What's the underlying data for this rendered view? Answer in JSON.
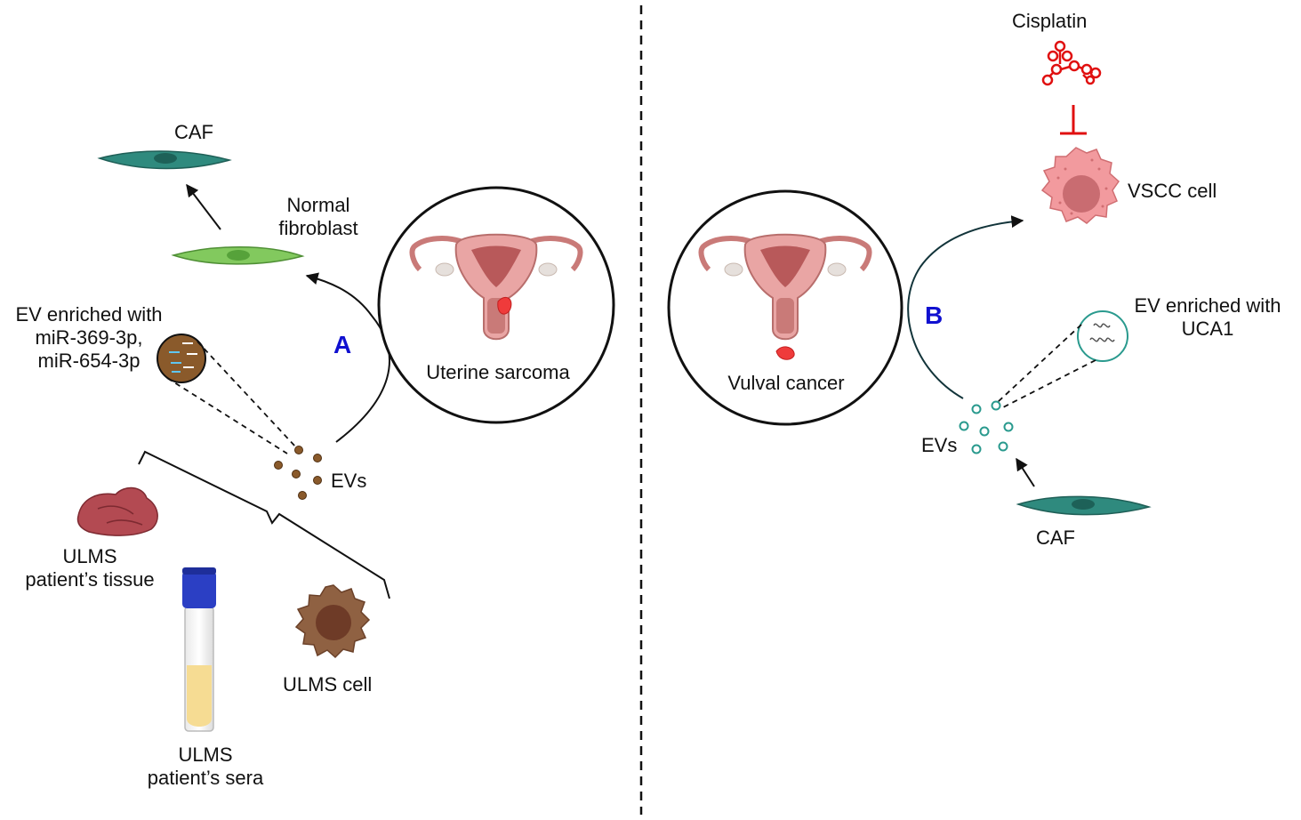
{
  "panel_a": {
    "letter": "A",
    "organ_label": "Uterine sarcoma",
    "caf_label": "CAF",
    "normal_fibroblast_label": [
      "Normal",
      "fibroblast"
    ],
    "ev_enriched_label": [
      "EV enriched with",
      "miR-369-3p,",
      "miR-654-3p"
    ],
    "evs_label": "EVs",
    "tissue_label": [
      "ULMS",
      "patient’s tissue"
    ],
    "sera_label": [
      "ULMS",
      "patient’s sera"
    ],
    "cell_label": "ULMS cell"
  },
  "panel_b": {
    "letter": "B",
    "organ_label": "Vulval cancer",
    "drug_label": "Cisplatin",
    "vscc_label": "VSCC cell",
    "ev_enriched_label": [
      "EV enriched with",
      "UCA1"
    ],
    "evs_label": "EVs",
    "caf_label": "CAF"
  },
  "colors": {
    "panel_letter": "#1010d0",
    "inhibitor": "#e01010",
    "caf": "#2f8a7e",
    "normal_fibroblast": "#7cc35a",
    "ev_brown": "#8a5a2b",
    "ev_teal": "#2a9a8e",
    "tumor_cell": "#f29a9e"
  }
}
